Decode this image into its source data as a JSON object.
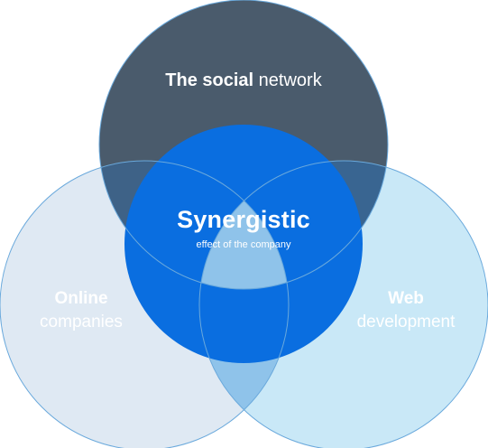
{
  "circles": {
    "top": {
      "title_bold": "The social",
      "title_rest": " network",
      "color": "#4a5b6c"
    },
    "left": {
      "title_bold": "Online",
      "title_rest": "companies",
      "color": "#dfe9f3"
    },
    "right": {
      "title_bold": "Web",
      "title_rest": "development",
      "color": "#c9e8f7"
    },
    "center": {
      "title": "Synergistic",
      "subtitle": "effect of the company",
      "color": "#0a6ee0"
    }
  },
  "colors": {
    "outline": "#6aa9dc",
    "intersection_light": "#8fc3ea",
    "intersection_top": "#1b78d7"
  }
}
